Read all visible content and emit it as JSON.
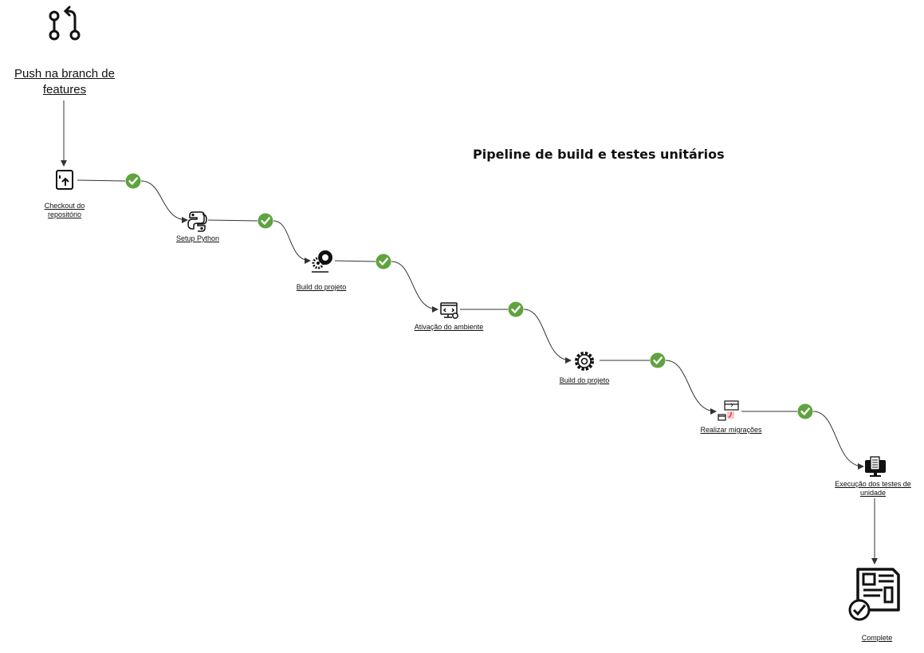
{
  "diagram": {
    "title": "Pipeline de build e testes unitários",
    "colors": {
      "stroke": "#333333",
      "check": "#5fa33e",
      "check_mark": "#ffffff",
      "accent": "#e2343d"
    },
    "trigger": {
      "label_lines": [
        "Push na branch de ",
        "features"
      ],
      "icon": "git-pull-request-icon"
    },
    "steps": [
      {
        "id": "checkout",
        "label_lines": [
          "Checkout do ",
          "repositório"
        ],
        "icon": "repo-checkout-icon",
        "status": "success"
      },
      {
        "id": "setup-python",
        "label_lines": [
          "Setup Python"
        ],
        "icon": "python-icon",
        "status": "success"
      },
      {
        "id": "build-1",
        "label_lines": [
          "Build do projeto"
        ],
        "icon": "build-gears-icon",
        "status": "success"
      },
      {
        "id": "activate-env",
        "label_lines": [
          "Ativação do ambiente"
        ],
        "icon": "monitor-code-icon",
        "status": "success"
      },
      {
        "id": "build-2",
        "label_lines": [
          "Build do projeto"
        ],
        "icon": "gear-icon",
        "status": "success"
      },
      {
        "id": "migrations",
        "label_lines": [
          "Realizar migrações"
        ],
        "icon": "migration-icon",
        "status": "success"
      },
      {
        "id": "unit-tests",
        "label_lines": [
          "Execução dos testes de ",
          "unidade"
        ],
        "icon": "test-report-monitor-icon",
        "status": "pending"
      }
    ],
    "complete": {
      "label_lines": [
        "Complete"
      ],
      "icon": "document-check-icon"
    }
  }
}
